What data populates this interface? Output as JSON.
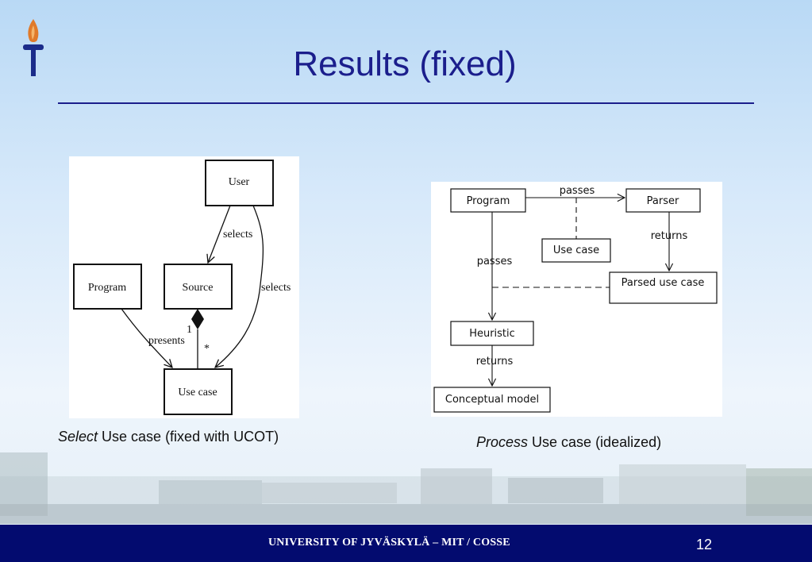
{
  "slide": {
    "title": "Results (fixed)",
    "page_number": "12",
    "footer": "UNIVERSITY OF JYVÄSKYLÄ – MIT / COSSE"
  },
  "colors": {
    "title": "#1b1e8c",
    "footer_bg": "#030b6f",
    "footer_text": "#ffffff"
  },
  "icons": {
    "logo": "torch-icon"
  },
  "select_diagram": {
    "caption_italic": "Select",
    "caption_rest": " Use case (fixed with UCOT)",
    "nodes": {
      "user": "User",
      "source": "Source",
      "program": "Program",
      "usecase": "Use case"
    },
    "edges": {
      "user_source": "selects",
      "user_usecase": "selects",
      "program_usecase": "presents",
      "mult_one": "1",
      "mult_many": "*"
    }
  },
  "process_diagram": {
    "caption_italic": "Process",
    "caption_rest": " Use case (idealized)",
    "nodes": {
      "program": "Program",
      "parser": "Parser",
      "usecase": "Use case",
      "parsed": "Parsed use case",
      "heuristic": "Heuristic",
      "model": "Conceptual model"
    },
    "edges": {
      "program_parser": "passes",
      "program_heuristic": "passes",
      "parser_parsed": "returns",
      "heuristic_model": "returns"
    }
  }
}
